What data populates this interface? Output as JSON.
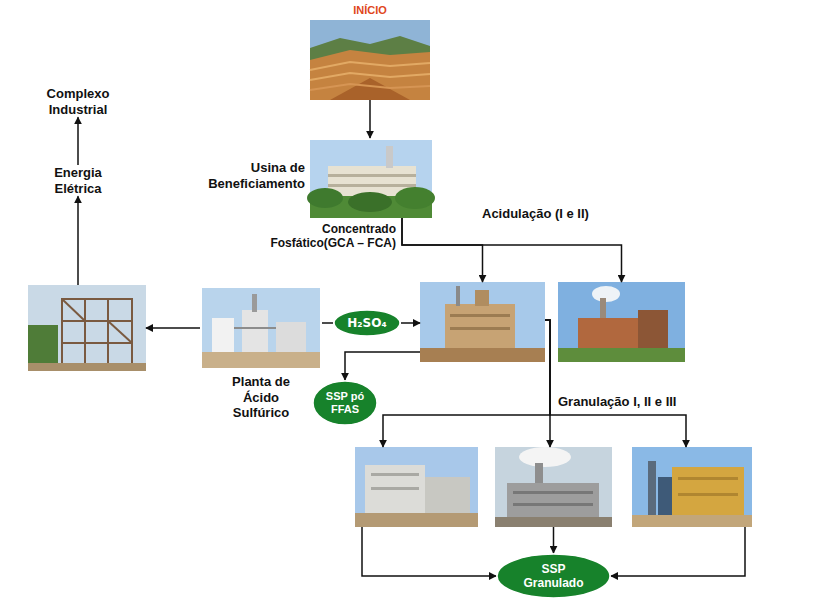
{
  "diagram": {
    "nodes": [
      {
        "text": [
          "INÍCIO"
        ]
      },
      {
        "text": [
          "Usina de Beneficiamento"
        ]
      },
      {
        "text": []
      },
      {
        "text": []
      },
      {
        "text": [
          "Planta de Ácido Sulfúrico"
        ]
      },
      {
        "text": []
      },
      {
        "text": [
          "Energia Elétrica"
        ]
      },
      {
        "text": [
          "Complexo Industrial"
        ]
      },
      {
        "text": [
          "H₂SO₄"
        ]
      },
      {
        "text": [
          "SSP pó FFAS"
        ]
      },
      {
        "text": []
      },
      {
        "text": []
      },
      {
        "text": []
      },
      {
        "text": [
          "SSP Granulado"
        ]
      }
    ],
    "edges": [
      {
        "from": 0,
        "to": 1,
        "arrow": "to"
      },
      {
        "from": 1,
        "to": 2,
        "arrow": "to"
      },
      {
        "from": 1,
        "to": 3,
        "arrow": "to"
      },
      {
        "from": 4,
        "to": 5,
        "arrow": "to"
      },
      {
        "from": 5,
        "to": 6,
        "arrow": "to"
      },
      {
        "from": 6,
        "to": 7,
        "arrow": "to"
      },
      {
        "from": 4,
        "to": 8,
        "arrow": "none"
      },
      {
        "from": 8,
        "to": 2,
        "arrow": "to"
      },
      {
        "from": 2,
        "to": 9,
        "arrow": "to"
      },
      {
        "from": 2,
        "to": 10,
        "arrow": "to"
      },
      {
        "from": 2,
        "to": 11,
        "arrow": "to"
      },
      {
        "from": 2,
        "to": 12,
        "arrow": "to"
      },
      {
        "from": 10,
        "to": 13,
        "arrow": "to"
      },
      {
        "from": 11,
        "to": 13,
        "arrow": "to"
      },
      {
        "from": 12,
        "to": 13,
        "arrow": "to"
      }
    ],
    "labels": [
      "Concentrado Fosfático(GCA – FCA)",
      "Acidulação (I e II)",
      "Granulação I, II e III"
    ]
  }
}
